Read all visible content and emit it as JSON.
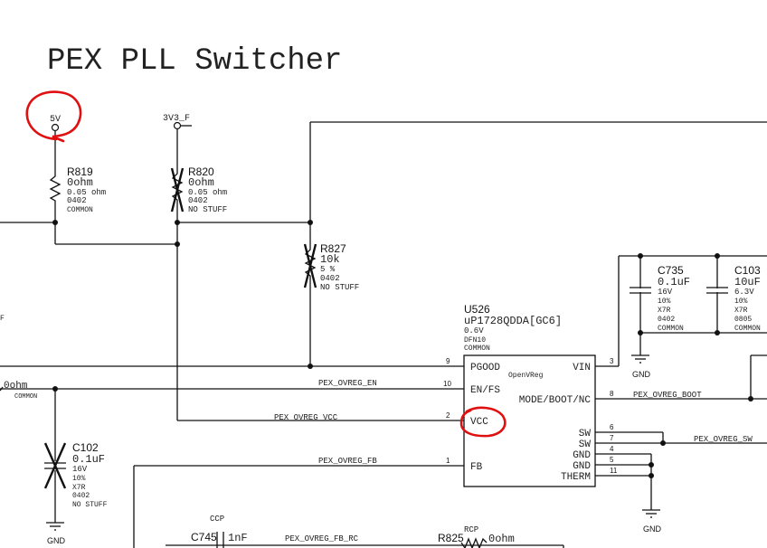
{
  "title": "PEX PLL Switcher",
  "annotation_color": "#e01010",
  "power_ports": {
    "p5v": "5V",
    "p3v3": "3V3_F"
  },
  "components": {
    "R819": {
      "ref": "R819",
      "value": "0ohm",
      "tol": "0.05 ohm",
      "pkg": "0402",
      "stuff": "COMMON"
    },
    "R820": {
      "ref": "R820",
      "value": "0ohm",
      "tol": "0.05 ohm",
      "pkg": "0402",
      "stuff": "NO STUFF"
    },
    "R827": {
      "ref": "R827",
      "value": "10k",
      "tol": "5 %",
      "pkg": "0402",
      "stuff": "NO STUFF"
    },
    "U526": {
      "ref": "U526",
      "part": "uP1728QDDA[GC6]",
      "volt": "0.6V",
      "pkg": "DFN10",
      "stuff": "COMMON",
      "vendor": "OpenVReg"
    },
    "C735": {
      "ref": "C735",
      "value": "0.1uF",
      "volt": "16V",
      "tol": "10%",
      "diel": "X7R",
      "pkg": "0402",
      "stuff": "COMMON"
    },
    "C103": {
      "ref": "C103",
      "value": "10uF",
      "volt": "6.3V",
      "tol": "10%",
      "diel": "X7R",
      "pkg": "0805",
      "stuff": "COMMON"
    },
    "C102": {
      "ref": "C102",
      "value": "0.1uF",
      "volt": "16V",
      "tol": "10%",
      "diel": "X7R",
      "pkg": "0402",
      "stuff": "NO STUFF"
    },
    "C745": {
      "ref": "C745",
      "value": "1nF",
      "group": "CCP"
    },
    "R825": {
      "ref": "R825",
      "value": "0ohm",
      "group": "RCP"
    },
    "left_res": {
      "value": "0ohm",
      "stuff": "COMMON",
      "partial": "F"
    }
  },
  "u526_pins": {
    "left": [
      {
        "num": "9",
        "name": "PGOOD"
      },
      {
        "num": "10",
        "name": "EN/FS"
      },
      {
        "num": "2",
        "name": "VCC"
      },
      {
        "num": "1",
        "name": "FB"
      }
    ],
    "right": [
      {
        "num": "3",
        "name": "VIN"
      },
      {
        "num": "8",
        "name": "MODE/BOOT/NC"
      },
      {
        "num": "6",
        "name": "SW"
      },
      {
        "num": "7",
        "name": "SW"
      },
      {
        "num": "4",
        "name": "GND"
      },
      {
        "num": "5",
        "name": "GND"
      },
      {
        "num": "11",
        "name": "THERM"
      }
    ]
  },
  "nets": {
    "en": "PEX_OVREG_EN",
    "vcc": "PEX_OVREG_VCC",
    "fb": "PEX_OVREG_FB",
    "boot": "PEX_OVREG_BOOT",
    "sw": "PEX_OVREG_SW",
    "fb_rc": "PEX_OVREG_FB_RC"
  },
  "gnd_label": "GND"
}
